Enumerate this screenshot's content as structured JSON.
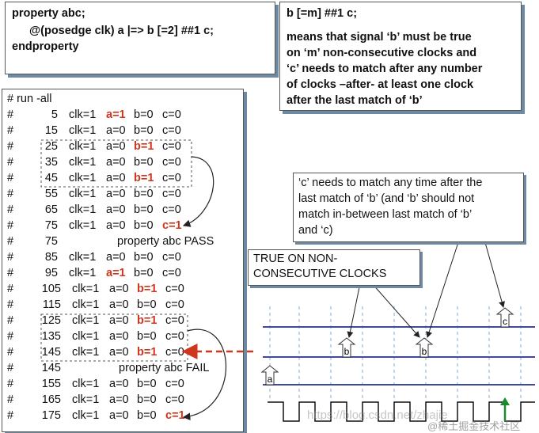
{
  "property_box": {
    "lines": [
      "property abc;",
      "@(posedge clk) a |=> b [=2] ##1 c;",
      "endproperty"
    ]
  },
  "explanation_box": {
    "lines": [
      "b [=m] ##1 c;",
      "",
      "means that signal ‘b’ must be true",
      "on ‘m’ non-consecutive clocks and",
      "‘c’ needs to match after any number",
      "of clocks –after- at least one clock",
      "after the last match of ‘b’"
    ]
  },
  "simulation": {
    "header": "# run -all",
    "rows": [
      {
        "time": "5",
        "clk": "clk=1",
        "a": "a=1",
        "b": "b=0",
        "c": "c=0",
        "msg": ""
      },
      {
        "time": "15",
        "clk": "clk=1",
        "a": "a=0",
        "b": "b=0",
        "c": "c=0",
        "msg": ""
      },
      {
        "time": "25",
        "clk": "clk=1",
        "a": "a=0",
        "b": "b=1",
        "c": "c=0",
        "msg": ""
      },
      {
        "time": "35",
        "clk": "clk=1",
        "a": "a=0",
        "b": "b=0",
        "c": "c=0",
        "msg": ""
      },
      {
        "time": "45",
        "clk": "clk=1",
        "a": "a=0",
        "b": "b=1",
        "c": "c=0",
        "msg": ""
      },
      {
        "time": "55",
        "clk": "clk=1",
        "a": "a=0",
        "b": "b=0",
        "c": "c=0",
        "msg": ""
      },
      {
        "time": "65",
        "clk": "clk=1",
        "a": "a=0",
        "b": "b=0",
        "c": "c=0",
        "msg": ""
      },
      {
        "time": "75",
        "clk": "clk=1",
        "a": "a=0",
        "b": "b=0",
        "c": "c=1",
        "msg": ""
      },
      {
        "time": "75",
        "clk": "",
        "a": "",
        "b": "",
        "c": "",
        "msg": "property abc PASS"
      },
      {
        "time": "85",
        "clk": "clk=1",
        "a": "a=0",
        "b": "b=0",
        "c": "c=0",
        "msg": ""
      },
      {
        "time": "95",
        "clk": "clk=1",
        "a": "a=1",
        "b": "b=0",
        "c": "c=0",
        "msg": ""
      },
      {
        "time": "105",
        "clk": "clk=1",
        "a": "a=0",
        "b": "b=1",
        "c": "c=0",
        "msg": ""
      },
      {
        "time": "115",
        "clk": "clk=1",
        "a": "a=0",
        "b": "b=0",
        "c": "c=0",
        "msg": ""
      },
      {
        "time": "125",
        "clk": "clk=1",
        "a": "a=0",
        "b": "b=1",
        "c": "c=0",
        "msg": ""
      },
      {
        "time": "135",
        "clk": "clk=1",
        "a": "a=0",
        "b": "b=0",
        "c": "c=0",
        "msg": ""
      },
      {
        "time": "145",
        "clk": "clk=1",
        "a": "a=0",
        "b": "b=1",
        "c": "c=0",
        "msg": ""
      },
      {
        "time": "145",
        "clk": "",
        "a": "",
        "b": "",
        "c": "",
        "msg": "property abc FAIL"
      },
      {
        "time": "155",
        "clk": "clk=1",
        "a": "a=0",
        "b": "b=0",
        "c": "c=0",
        "msg": ""
      },
      {
        "time": "165",
        "clk": "clk=1",
        "a": "a=0",
        "b": "b=0",
        "c": "c=0",
        "msg": ""
      },
      {
        "time": "175",
        "clk": "clk=1",
        "a": "a=0",
        "b": "b=0",
        "c": "c=1",
        "msg": ""
      }
    ],
    "highlight": [
      "a=1",
      "b=1",
      "c=1"
    ],
    "highlight_color": "#d0361e"
  },
  "note_c": {
    "lines": [
      "‘c’ needs to match any time after the",
      "last match of ‘b’ (and ‘b’ should not",
      "match in-between last match of ‘b’",
      "and ‘c)"
    ]
  },
  "note_true": {
    "lines": [
      "TRUE ON NON-",
      "CONSECUTIVE CLOCKS"
    ]
  },
  "waveform": {
    "labels": {
      "a": "a",
      "b1": "b",
      "b2": "b",
      "c": "c"
    },
    "line_color": "#3d4aa0",
    "arrow_color": "#1a8a2a"
  },
  "watermark": {
    "text": "https://blog.csdn.net/zhajie",
    "text2": "@稀土掘金技术社区"
  }
}
